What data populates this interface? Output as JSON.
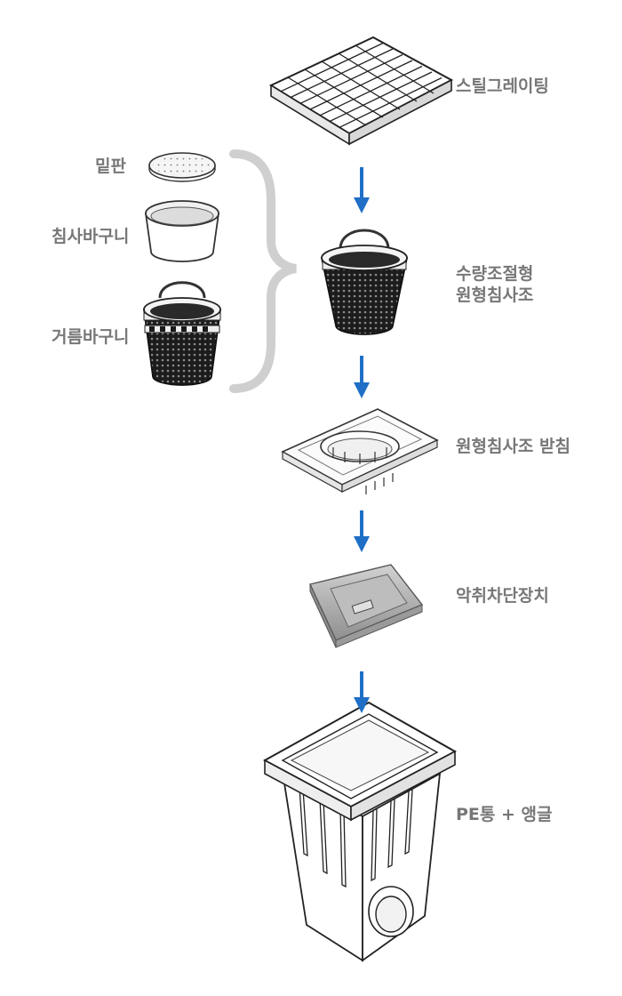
{
  "parts": {
    "grating": "스틸그레이팅",
    "bottom_plate": "밑판",
    "sediment_basket": "침사바구니",
    "filter_basket": "거름바구니",
    "assembly_line1": "수량조절형",
    "assembly_line2": "원형침사조",
    "support": "원형침사조 받침",
    "odor_blocker": "악취차단장치",
    "body": "PE통 + 앵글"
  },
  "colors": {
    "arrow": "#1f6fc6",
    "label": "#777777",
    "brace": "#cfcfcf",
    "line": "#333333"
  }
}
